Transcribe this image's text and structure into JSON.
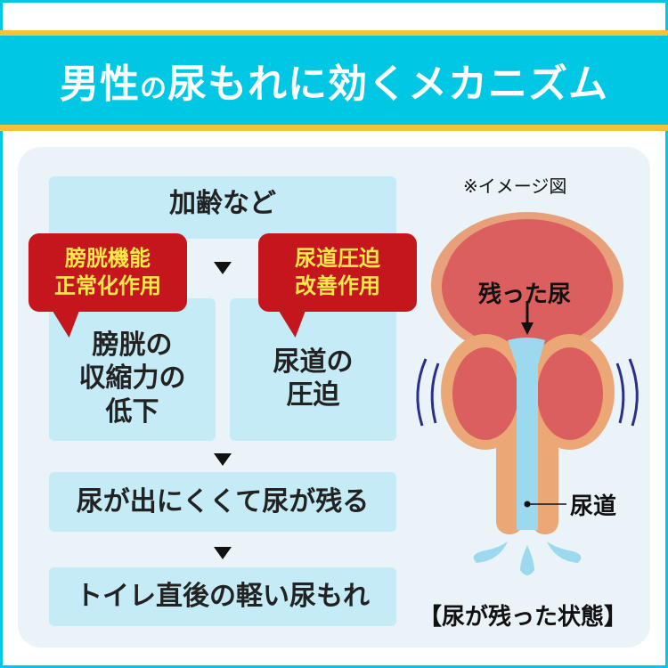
{
  "header": {
    "title_part1": "男性",
    "title_particle": "の",
    "title_part2": "尿もれに効くメカニズム"
  },
  "flow": {
    "step1": "加齢など",
    "step2_left": "膀胱の\n収縮力の\n低下",
    "step2_right": "尿道の\n圧迫",
    "step3": "尿が出にくくて尿が残る",
    "step4": "トイレ直後の軽い尿もれ",
    "callout_left": "膀胱機能\n正常化作用",
    "callout_right": "尿道圧迫\n改善作用"
  },
  "illustration": {
    "note": "※イメージ図",
    "residual_label": "残った尿",
    "urethra_label": "尿道",
    "caption": "【尿が残った状態】"
  },
  "colors": {
    "cyan": "#00c8e4",
    "yellow": "#f4c13a",
    "red": "#c4161c",
    "box": "#c4ebf6",
    "panel": "#eaf4f8"
  }
}
